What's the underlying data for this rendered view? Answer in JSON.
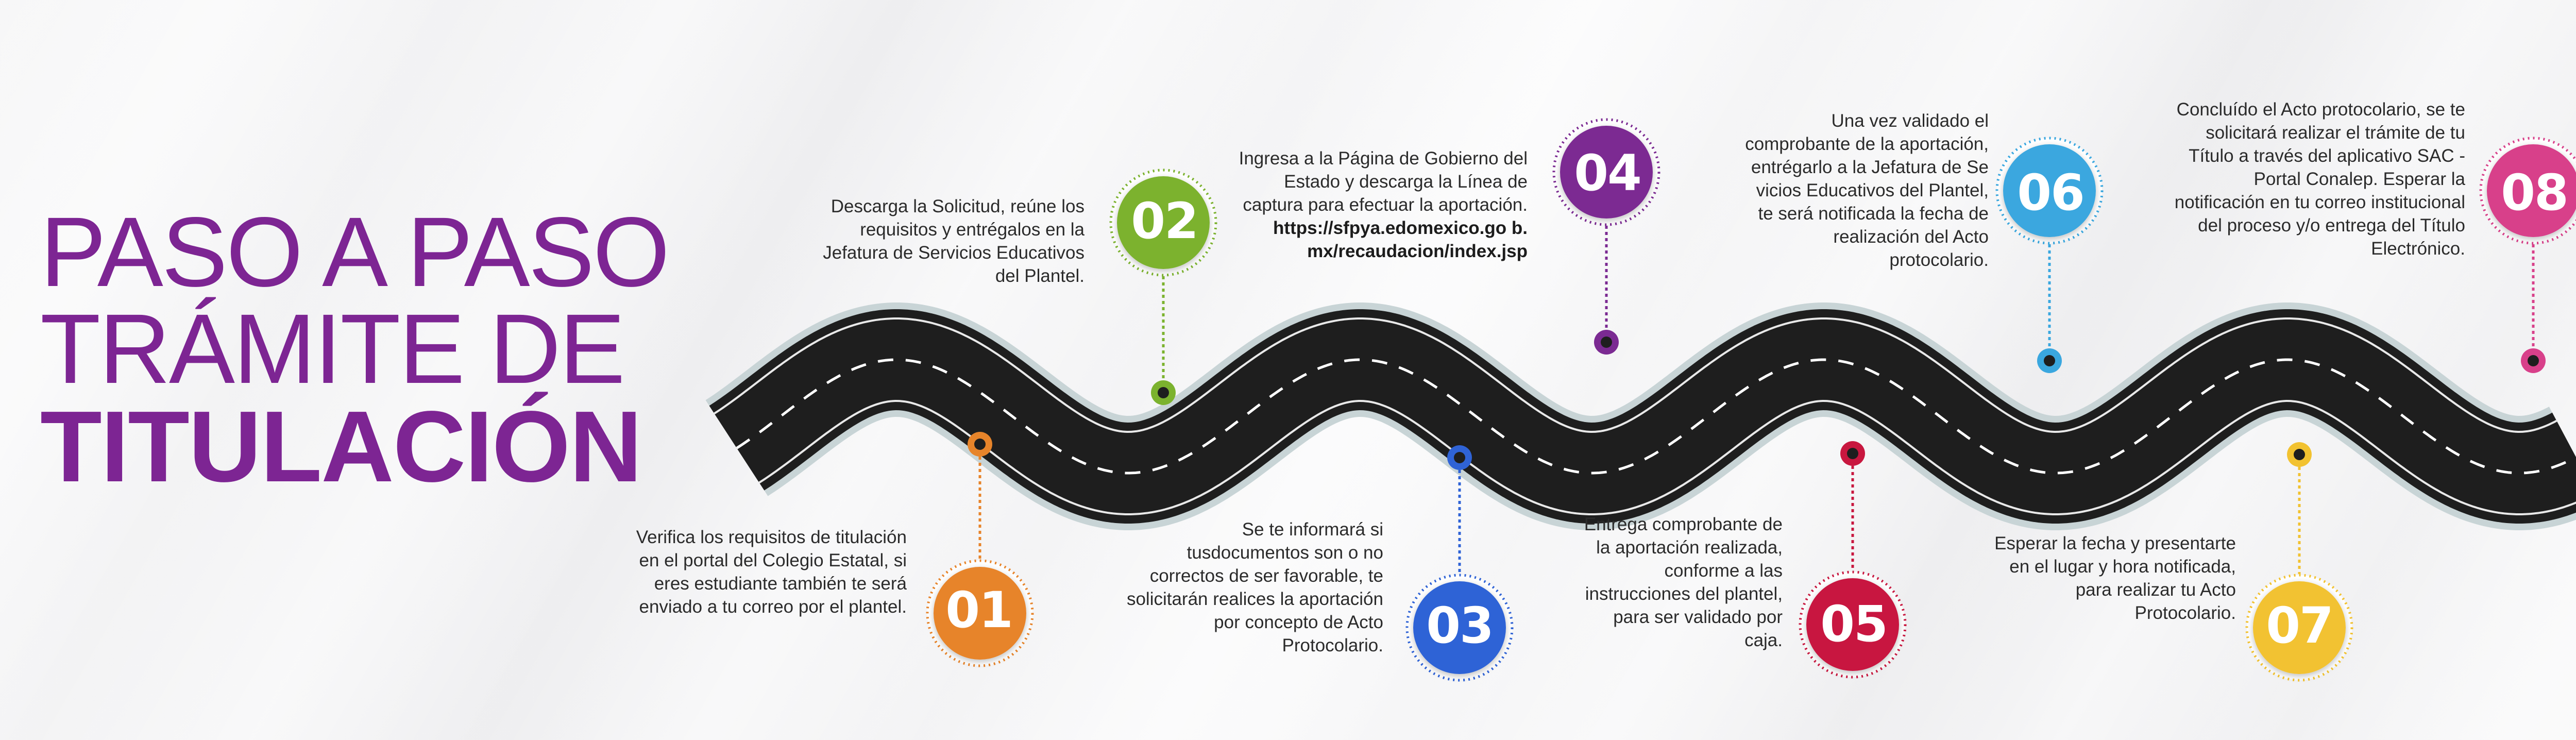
{
  "title": {
    "line1": "PASO A PASO",
    "line2": "TRÁMITE DE",
    "line3": "TITULACIÓN"
  },
  "colors": {
    "title": "#7d2593",
    "road": "#1e1e1e",
    "road_edge": "#c8d4d6"
  },
  "steps": [
    {
      "number": "01",
      "color": "#e7842a",
      "text": "Verifica los requisitos de titulación en el portal del Colegio Estatal, si eres estudiante también te será enviado a tu correo por el plantel."
    },
    {
      "number": "02",
      "color": "#7bb22e",
      "text": "Descarga la Solicitud, reúne los requisitos y entrégalos en la Jefatura de Servicios Educativos del Plantel."
    },
    {
      "number": "03",
      "color": "#2f63d6",
      "text": "Se te informará si tusdocumentos son o no correctos de ser favorable, te solicitarán realices la aportación por concepto de Acto Protocolario."
    },
    {
      "number": "04",
      "color": "#7b2a92",
      "text": "Ingresa a la Página de Gobierno del Estado y descarga la Línea de captura para efectuar la aportación.",
      "link": "https://sfpya.edomexico.go b.mx/recaudacion/index.jsp"
    },
    {
      "number": "05",
      "color": "#c8173f",
      "text": "Entrega comprobante de la aportación realizada, conforme a las instrucciones del plantel, para ser validado por caja."
    },
    {
      "number": "06",
      "color": "#3aa7df",
      "text": "Una vez validado el comprobante de la aportación, entrégarlo a la Jefatura de Se vicios Educativos del Plantel, te será notificada la fecha de realización del Acto protocolario."
    },
    {
      "number": "07",
      "color": "#f2c230",
      "text": "Esperar la fecha y presentarte en el lugar y hora notificada, para realizar tu Acto Protocolario."
    },
    {
      "number": "08",
      "color": "#d8408a",
      "text": "Concluído el Acto protocolario, se te solicitará realizar el trámite de tu Título a través del aplicativo SAC - Portal Conalep. Esperar la notificación en tu correo institucional del proceso y/o entrega del Título Electrónico."
    }
  ]
}
